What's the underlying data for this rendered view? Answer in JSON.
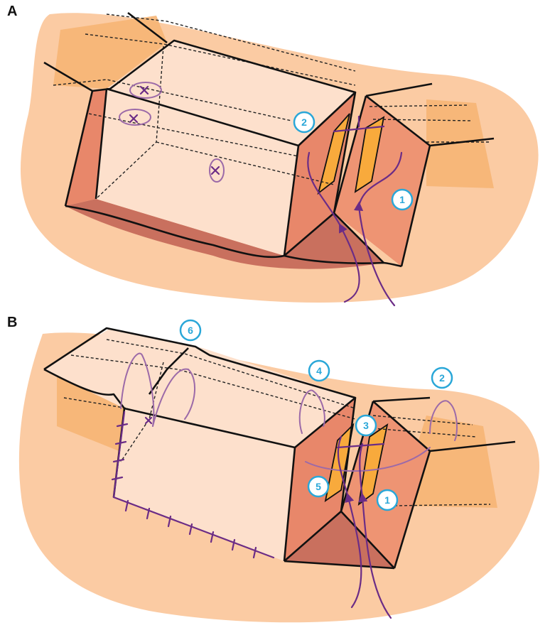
{
  "panels": [
    {
      "letter": "A",
      "callouts": [
        "2",
        "1"
      ]
    },
    {
      "letter": "B",
      "callouts": [
        "6",
        "4",
        "2",
        "3",
        "5",
        "1"
      ]
    }
  ],
  "colors": {
    "skin": "#fbcba3",
    "tissue_band": "#f6b574",
    "flap_top": "#fde0cc",
    "flap_side": "#e8876a",
    "flap_inner": "#ee9473",
    "incision": "#f8aa3c",
    "wound_base": "#c9705e",
    "suture": "#6b2c86",
    "callout": "#2aa7d8",
    "outline": "#111111"
  }
}
